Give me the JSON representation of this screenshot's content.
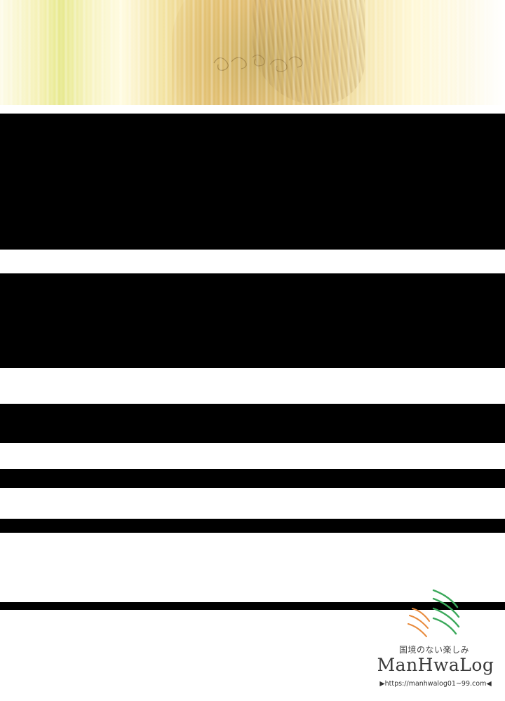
{
  "colors": {
    "background": "#ffffff",
    "redaction_bar": "#000000",
    "illustration_gold": "#e8c37a",
    "watermark_orange": "#e8893a",
    "watermark_green": "#3aa85a",
    "watermark_text": "#3a3a3a"
  },
  "illustration": {
    "icon": "illustrated-figure-image"
  },
  "watermark": {
    "tagline": "国境のない楽しみ",
    "brand": "ManHwaLog",
    "url": "https://manhwalog01~99.com",
    "url_prefix_glyph": "▶",
    "url_suffix_glyph": "◀",
    "icon": "manhwalog-logo-icon"
  }
}
